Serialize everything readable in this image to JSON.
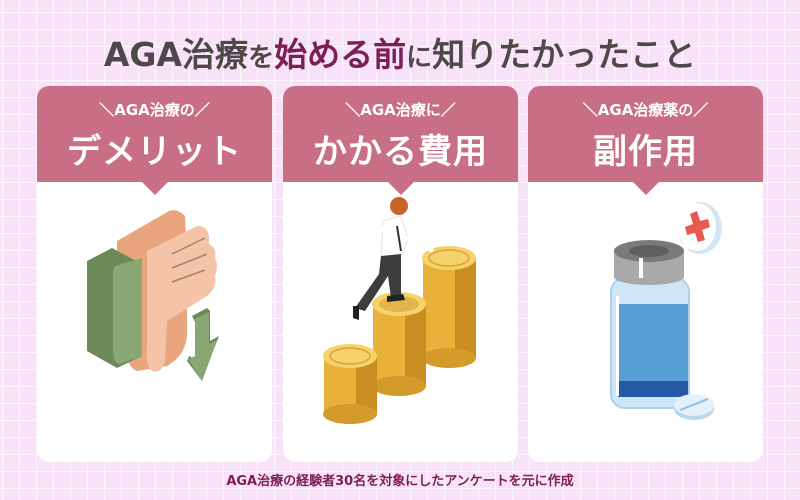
{
  "title": {
    "part1": "AGA治療",
    "part2": "を",
    "part3": "始める前",
    "part4": "に",
    "part5": "知りたかったこと"
  },
  "panels": [
    {
      "subtitle": "＼AGA治療の／",
      "heading": "デメリット",
      "icon": "thumbs-down-icon"
    },
    {
      "subtitle": "＼AGA治療に／",
      "heading": "かかる費用",
      "icon": "coin-stacks-icon"
    },
    {
      "subtitle": "＼AGA治療薬の／",
      "heading": "副作用",
      "icon": "medicine-bottle-icon"
    }
  ],
  "footer": "AGA治療の経験者30名を対象にしたアンケートを元に作成",
  "colors": {
    "background": "#f8e2f8",
    "panel_header": "#c96f85",
    "title_text": "#4f4848",
    "accent": "#7c1f55"
  }
}
